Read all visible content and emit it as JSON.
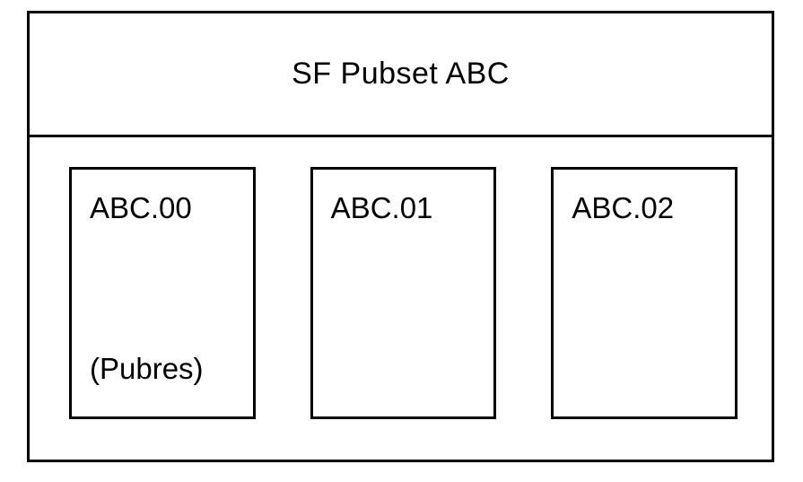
{
  "diagram": {
    "title": "SF Pubset ABC",
    "boxes": [
      {
        "label": "ABC.00",
        "sublabel": "(Pubres)"
      },
      {
        "label": "ABC.01",
        "sublabel": ""
      },
      {
        "label": "ABC.02",
        "sublabel": ""
      }
    ]
  }
}
